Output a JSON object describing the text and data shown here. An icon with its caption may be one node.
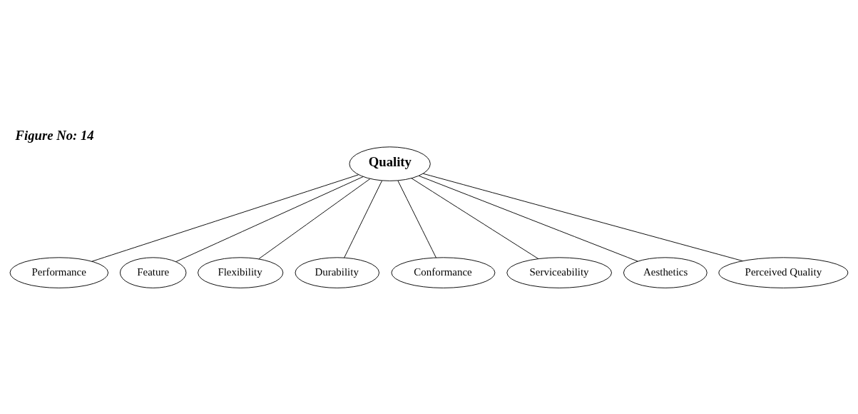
{
  "diagram": {
    "title": "Figure No: 14",
    "nodes": [
      {
        "text": [
          "Quality"
        ]
      },
      {
        "text": [
          "Performance"
        ]
      },
      {
        "text": [
          "Feature"
        ]
      },
      {
        "text": [
          "Flexibility"
        ]
      },
      {
        "text": [
          "Durability"
        ]
      },
      {
        "text": [
          "Conformance"
        ]
      },
      {
        "text": [
          "Serviceability"
        ]
      },
      {
        "text": [
          "Aesthetics"
        ]
      },
      {
        "text": [
          "Perceived Quality"
        ]
      }
    ],
    "edges": [
      {
        "from": 0,
        "to": 1,
        "arrow": "none"
      },
      {
        "from": 0,
        "to": 2,
        "arrow": "none"
      },
      {
        "from": 0,
        "to": 3,
        "arrow": "none"
      },
      {
        "from": 0,
        "to": 4,
        "arrow": "none"
      },
      {
        "from": 0,
        "to": 5,
        "arrow": "none"
      },
      {
        "from": 0,
        "to": 6,
        "arrow": "none"
      },
      {
        "from": 0,
        "to": 7,
        "arrow": "none"
      },
      {
        "from": 0,
        "to": 8,
        "arrow": "none"
      }
    ]
  }
}
